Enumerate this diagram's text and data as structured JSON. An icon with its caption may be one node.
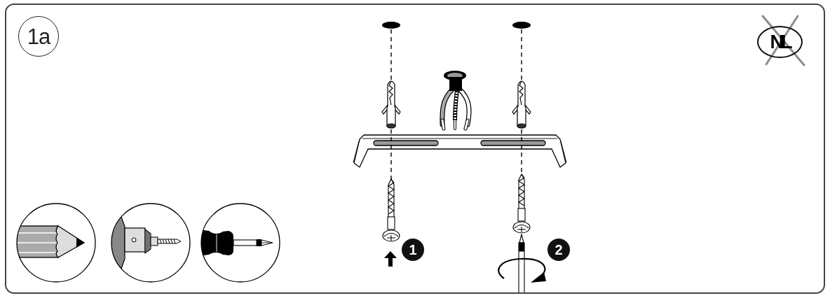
{
  "diagram": {
    "nodes": [
      {
        "text": [
          "1a"
        ]
      },
      {
        "text": [
          "NL"
        ]
      },
      {
        "text": [
          "1"
        ]
      },
      {
        "text": [
          "2"
        ]
      }
    ]
  }
}
